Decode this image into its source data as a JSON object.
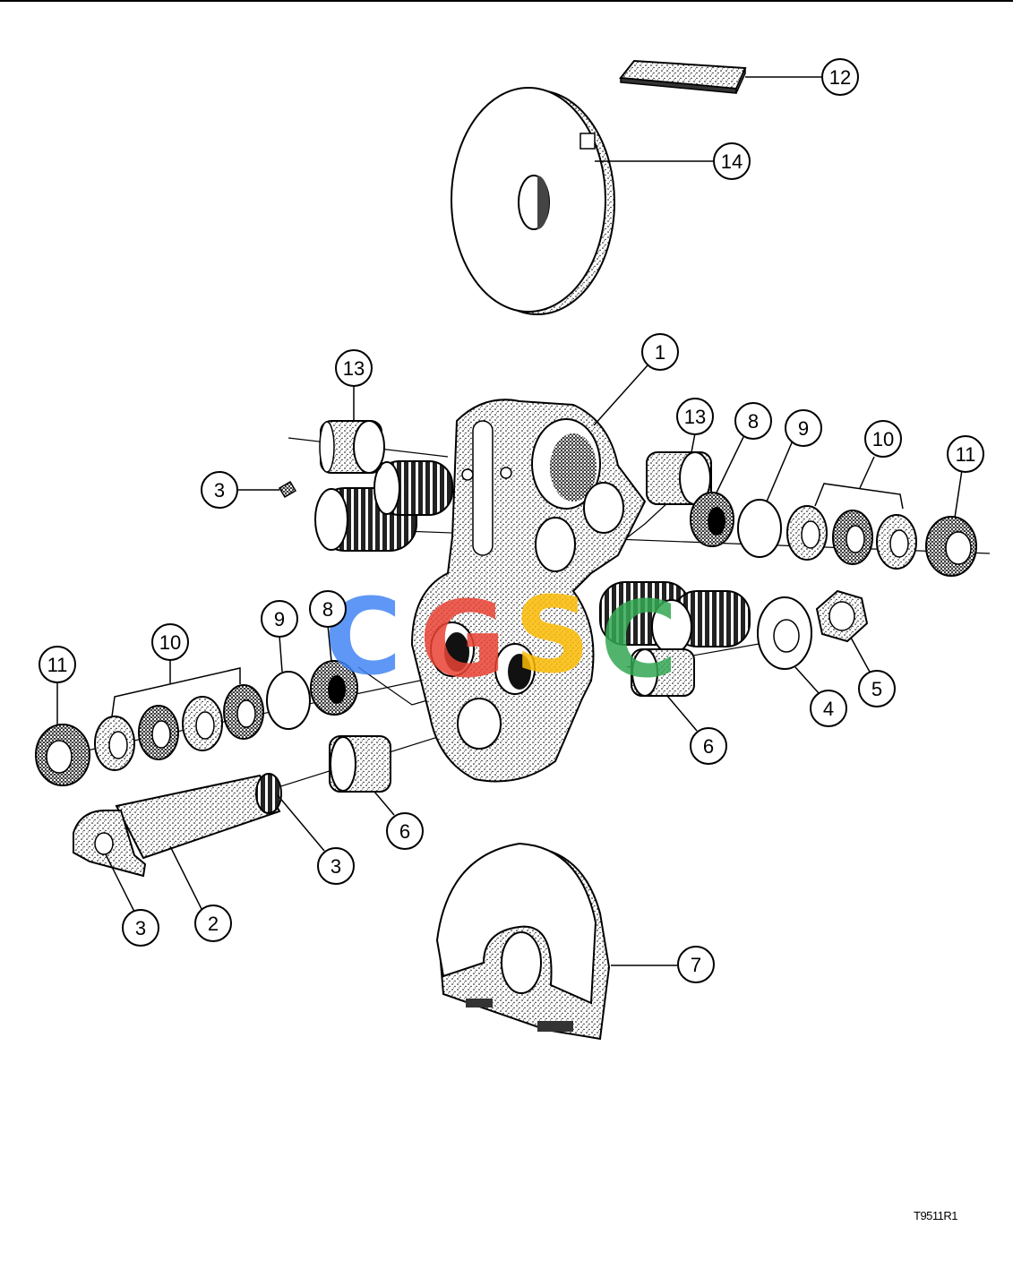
{
  "diagram": {
    "reference_code": "T9511R1",
    "watermark_text": "CGSC",
    "colors": {
      "ink": "#000000",
      "paper": "#ffffff",
      "watermark_blue": "#4285f4",
      "watermark_red": "#ea4335",
      "watermark_yellow": "#fbbc05",
      "watermark_green": "#34a853"
    },
    "callouts": [
      {
        "id": "c12",
        "label": "12"
      },
      {
        "id": "c14",
        "label": "14"
      },
      {
        "id": "c1",
        "label": "1"
      },
      {
        "id": "c13a",
        "label": "13"
      },
      {
        "id": "c13b",
        "label": "13"
      },
      {
        "id": "c8a",
        "label": "8"
      },
      {
        "id": "c9a",
        "label": "9"
      },
      {
        "id": "c10a",
        "label": "10"
      },
      {
        "id": "c11a",
        "label": "11"
      },
      {
        "id": "c3a",
        "label": "3"
      },
      {
        "id": "c11b",
        "label": "11"
      },
      {
        "id": "c10b",
        "label": "10"
      },
      {
        "id": "c9b",
        "label": "9"
      },
      {
        "id": "c8b",
        "label": "8"
      },
      {
        "id": "c5",
        "label": "5"
      },
      {
        "id": "c4",
        "label": "4"
      },
      {
        "id": "c6a",
        "label": "6"
      },
      {
        "id": "c6b",
        "label": "6"
      },
      {
        "id": "c3b",
        "label": "3"
      },
      {
        "id": "c3c",
        "label": "3"
      },
      {
        "id": "c2",
        "label": "2"
      },
      {
        "id": "c7",
        "label": "7"
      }
    ]
  }
}
